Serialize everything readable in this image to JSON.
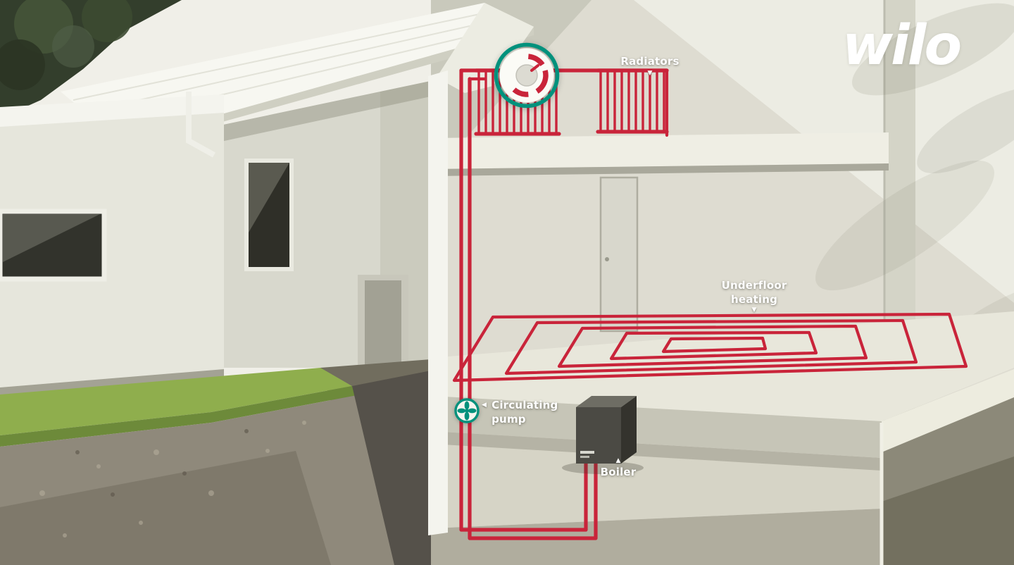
{
  "logo": {
    "text": "wilo"
  },
  "labels": {
    "radiators": "Radiators",
    "underfloor_heating": [
      "Underfloor",
      "heating"
    ],
    "circulating_pump": [
      "Circulating",
      "pump"
    ],
    "boiler": "Boiler"
  },
  "icons": {
    "pointer_down": "▼",
    "pointer_up": "▲",
    "pointer_left": "◀",
    "thermostat_dial": "svg-dial",
    "circulating_pump": "svg-impeller"
  },
  "colors": {
    "pipe_red": "#c9243a",
    "accent_teal": "#00917c",
    "label_white": "#ffffff",
    "boiler_dark": "#4b4a44",
    "grass_green": "#8fae4d"
  }
}
